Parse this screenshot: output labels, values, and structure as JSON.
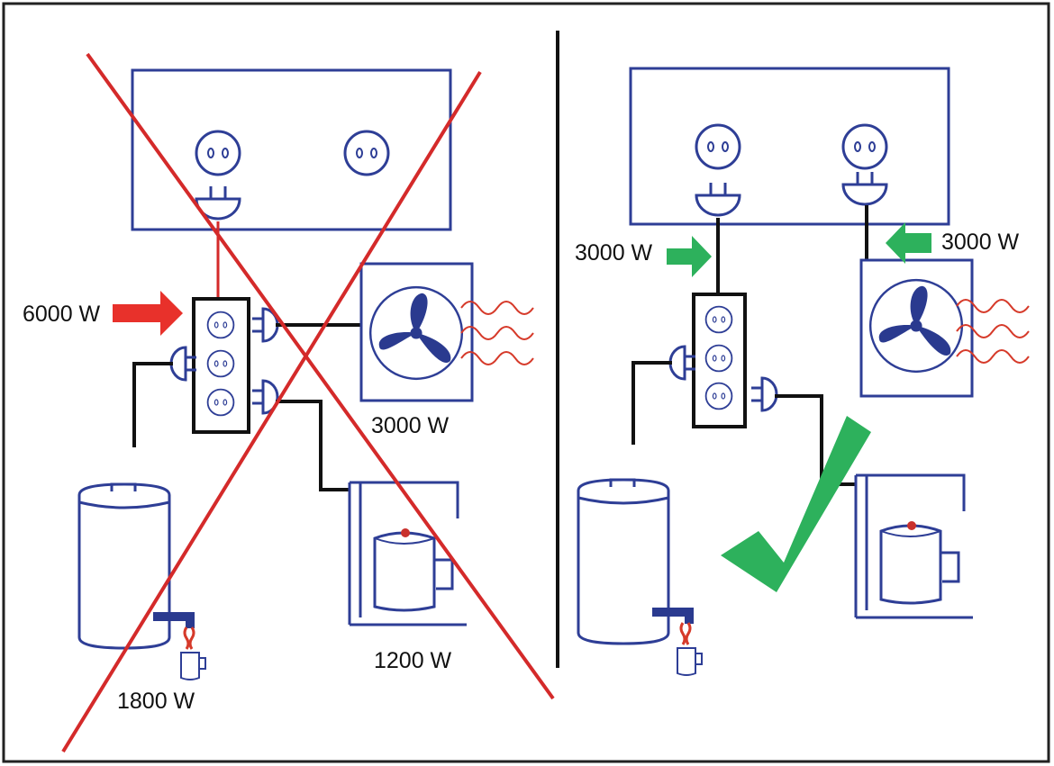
{
  "labels": {
    "bad_strip_load": "6000 W",
    "bad_heater": "3000 W",
    "bad_coffee": "1200 W",
    "bad_urn": "1800 W",
    "good_strip_load": "3000 W",
    "good_heater_load": "3000 W"
  },
  "colors": {
    "outline": "#2e3e96",
    "device_fill": "#2a3a8f",
    "cord": "#111111",
    "cross": "#d42a2a",
    "bad_arrow": "#e8312b",
    "good_arrow": "#2db15c",
    "check": "#2db15c",
    "heat_wave": "#d63a2a",
    "steam": "#d63a2a",
    "frame": "#222222"
  },
  "icons": {
    "forbidden": "red-x-icon",
    "approved": "green-checkmark-icon"
  }
}
